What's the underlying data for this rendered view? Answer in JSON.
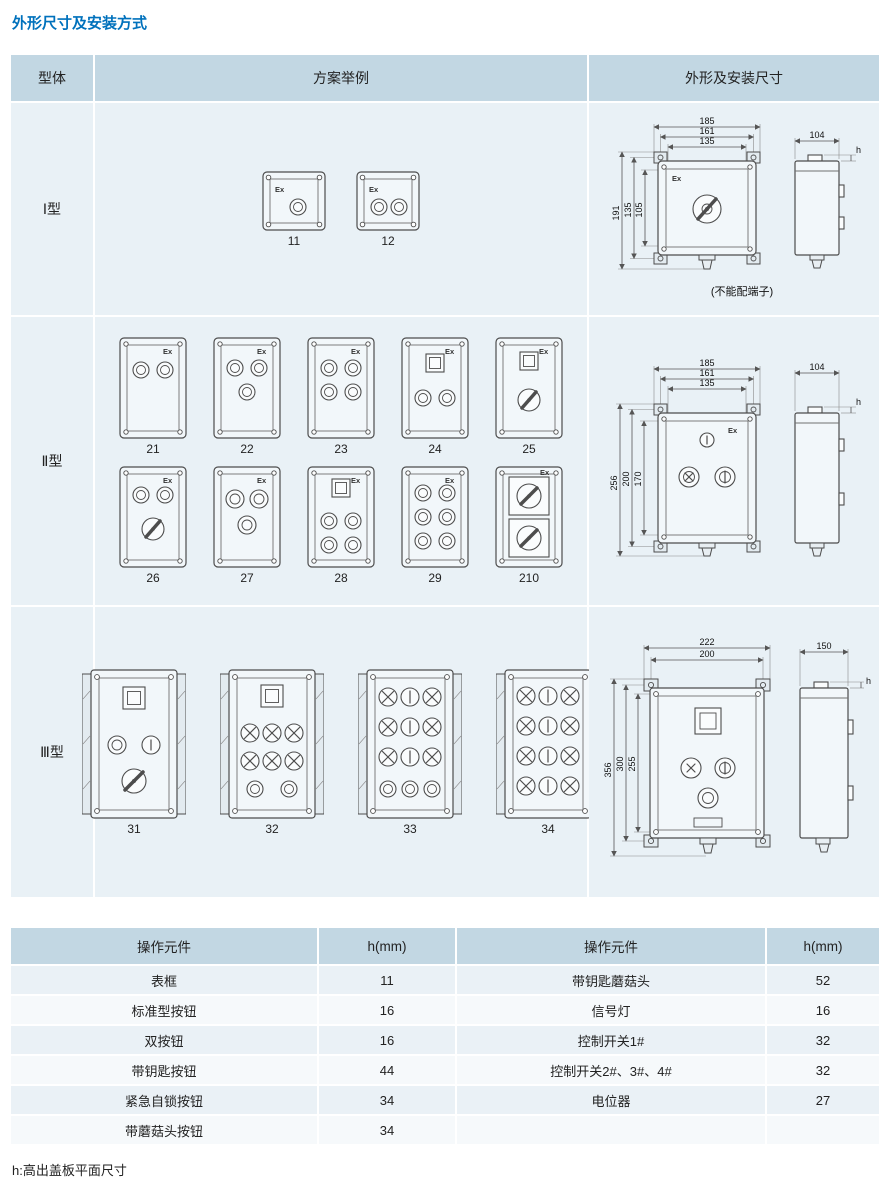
{
  "page": {
    "title": "外形尺寸及安装方式",
    "footnote": "h:高出盖板平面尺寸"
  },
  "labels": {
    "ex": "Ex"
  },
  "main_table": {
    "headers": [
      "型体",
      "方案举例",
      "外形及安装尺寸"
    ],
    "rows": [
      {
        "type": "Ⅰ型",
        "examples": [
          "11",
          "12"
        ],
        "dims": {
          "top": [
            "185",
            "161",
            "135"
          ],
          "left": [
            "191",
            "135",
            "105"
          ],
          "side_width": "104",
          "side_h": "h",
          "note": "(不能配端子)"
        }
      },
      {
        "type": "Ⅱ型",
        "examples_row1": [
          "21",
          "22",
          "23",
          "24",
          "25"
        ],
        "examples_row2": [
          "26",
          "27",
          "28",
          "29",
          "210"
        ],
        "dims": {
          "top": [
            "185",
            "161",
            "135"
          ],
          "left": [
            "256",
            "200",
            "170"
          ],
          "side_width": "104",
          "side_h": "h"
        }
      },
      {
        "type": "Ⅲ型",
        "examples": [
          "31",
          "32",
          "33",
          "34"
        ],
        "dims": {
          "top": [
            "222",
            "200"
          ],
          "left": [
            "356",
            "300",
            "255"
          ],
          "side_width": "150",
          "side_h": "h"
        }
      }
    ]
  },
  "components_table": {
    "headers": [
      "操作元件",
      "h(mm)",
      "操作元件",
      "h(mm)"
    ],
    "rows": [
      {
        "c1": "表框",
        "c2": "11",
        "c3": "带钥匙蘑菇头",
        "c4": "52"
      },
      {
        "c1": "标准型按钮",
        "c2": "16",
        "c3": "信号灯",
        "c4": "16"
      },
      {
        "c1": "双按钮",
        "c2": "16",
        "c3": "控制开关1#",
        "c4": "32"
      },
      {
        "c1": "带钥匙按钮",
        "c2": "44",
        "c3": "控制开关2#、3#、4#",
        "c4": "32"
      },
      {
        "c1": "紧急自锁按钮",
        "c2": "34",
        "c3": "电位器",
        "c4": "27"
      },
      {
        "c1": "带蘑菇头按钮",
        "c2": "34",
        "c3": "",
        "c4": ""
      }
    ]
  }
}
